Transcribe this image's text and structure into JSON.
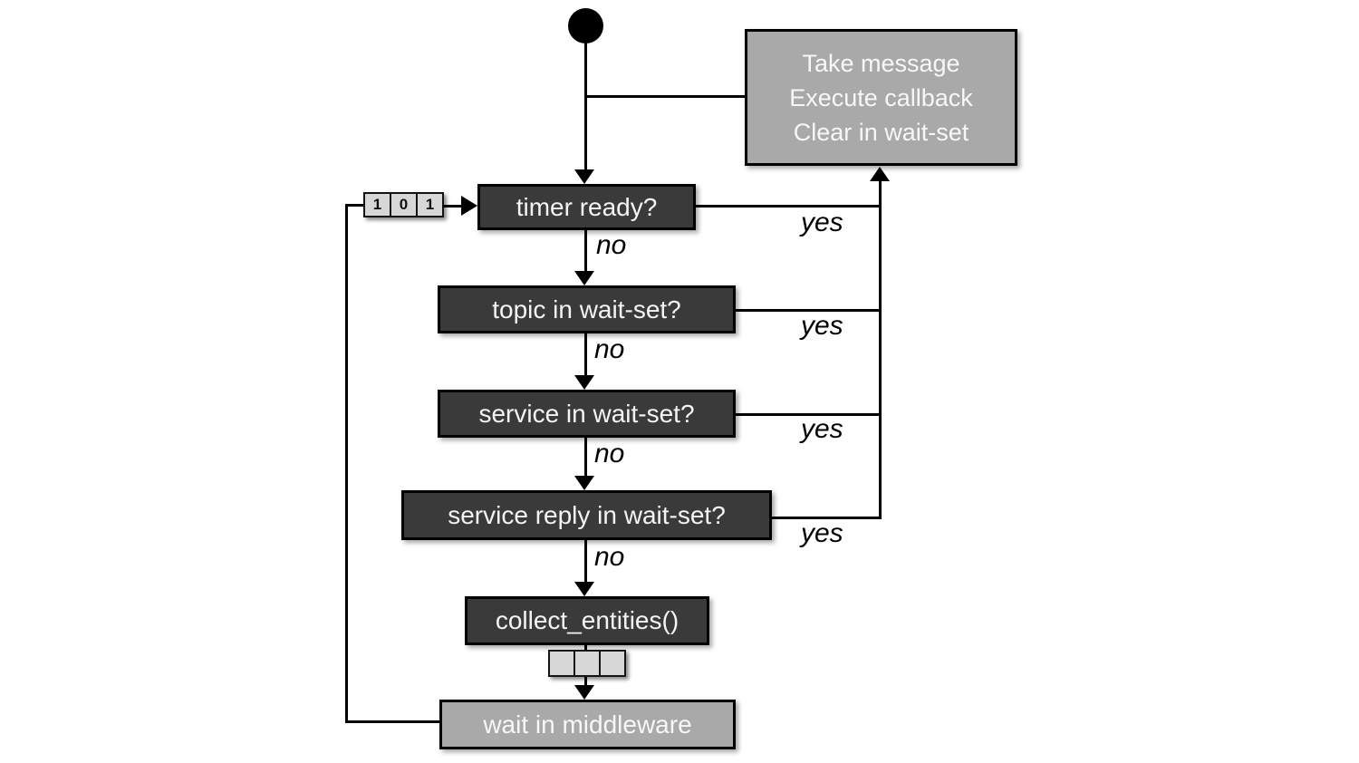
{
  "diagram": {
    "type": "flowchart",
    "description": "executor wait-set spin loop",
    "colors": {
      "background": "#ffffff",
      "dark_box_fill": "#3a3a3a",
      "gray_box_fill": "#a9a9a9",
      "cell_fill": "#d7d7d7",
      "line": "#000000",
      "box_text": "#f4f4f4",
      "label_text": "#000000"
    },
    "nodes": {
      "action": {
        "lines": [
          "Take message",
          "Execute callback",
          "Clear in wait-set"
        ]
      },
      "timer": {
        "label": "timer ready?"
      },
      "topic": {
        "label": "topic in wait-set?"
      },
      "service": {
        "label": "service in wait-set?"
      },
      "service_reply": {
        "label": "service reply in wait-set?"
      },
      "collect": {
        "label": "collect_entities()"
      },
      "wait": {
        "label": "wait in middleware"
      }
    },
    "edge_labels": {
      "yes": "yes",
      "no": "no"
    },
    "waitset_cells": [
      "1",
      "0",
      "1"
    ],
    "result_cells": [
      "",
      "",
      ""
    ]
  }
}
